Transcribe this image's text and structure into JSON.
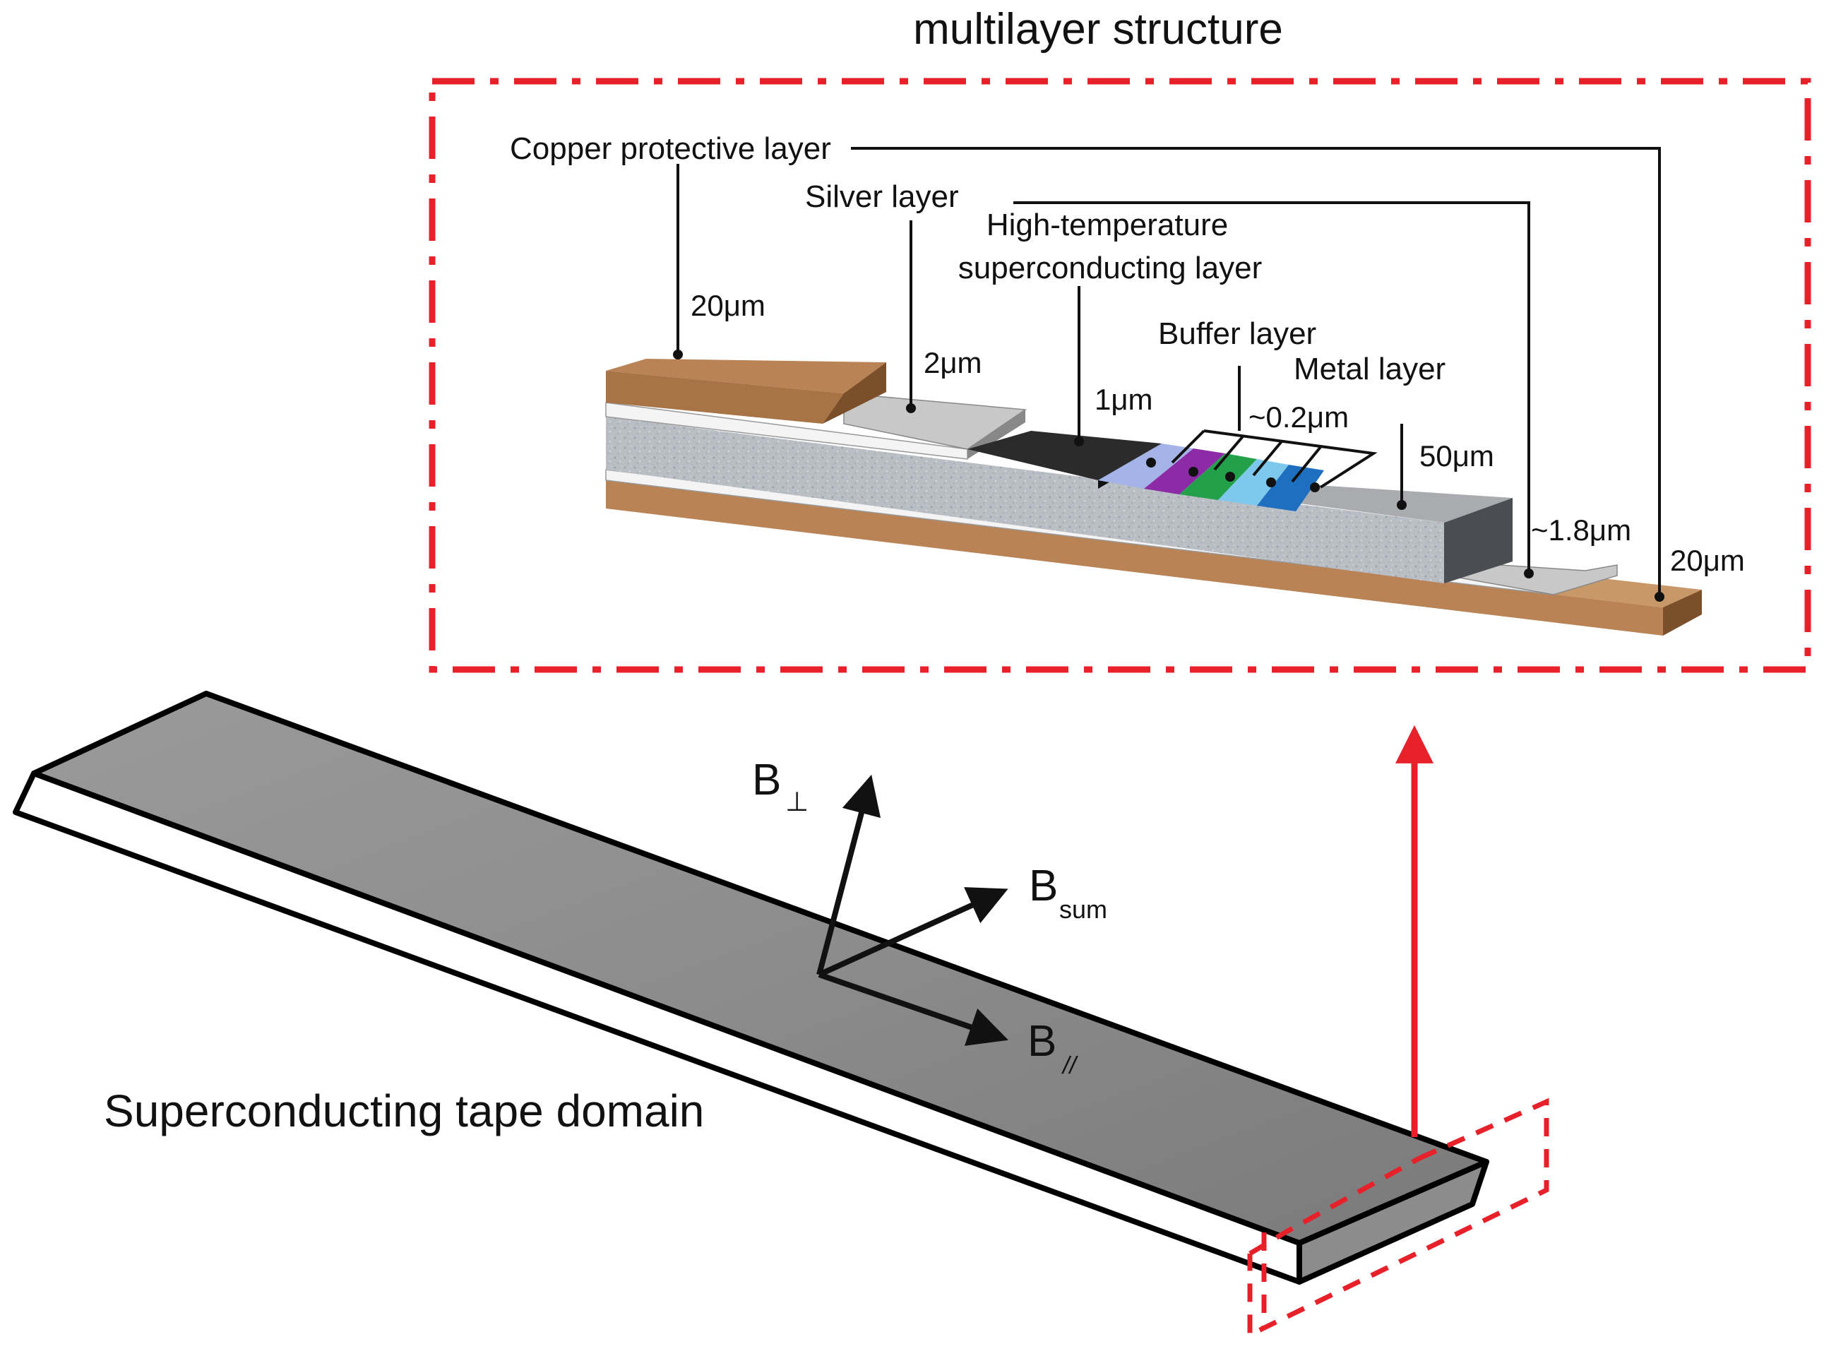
{
  "title": "multilayer structure",
  "tape_domain_label": "Superconducting tape domain",
  "layers": {
    "copper": "Copper protective layer",
    "silver": "Silver layer",
    "hts_line1": "High-temperature",
    "hts_line2": "superconducting layer",
    "buffer": "Buffer layer",
    "metal": "Metal layer"
  },
  "thickness": {
    "copper_top": "20μm",
    "silver_top": "2μm",
    "hts": "1μm",
    "buffer": "~0.2μm",
    "metal": "50μm",
    "silver_bottom": "~1.8μm",
    "copper_bottom": "20μm"
  },
  "field_vectors": {
    "b_perp_main": "B",
    "b_perp_sub": "⊥",
    "b_sum_main": "B",
    "b_sum_sub": "sum",
    "b_par_main": "B",
    "b_par_sub": "//"
  },
  "colors": {
    "highlight": "#e8202a",
    "copper": "#b98355",
    "copper_dark": "#7a4f2a",
    "silver": "#c8c8c8",
    "hts": "#2b2b2b",
    "metal": "#a9abae",
    "substrate": "#b9bec4",
    "tape_top": "#8a8a8a",
    "buffer_1": "#a4b3e8",
    "buffer_2": "#8d2aa6",
    "buffer_3": "#22a04a",
    "buffer_4": "#7ec8ee",
    "buffer_5": "#1f6fc0"
  },
  "icons": [
    "magnifier-arrow-icon"
  ]
}
